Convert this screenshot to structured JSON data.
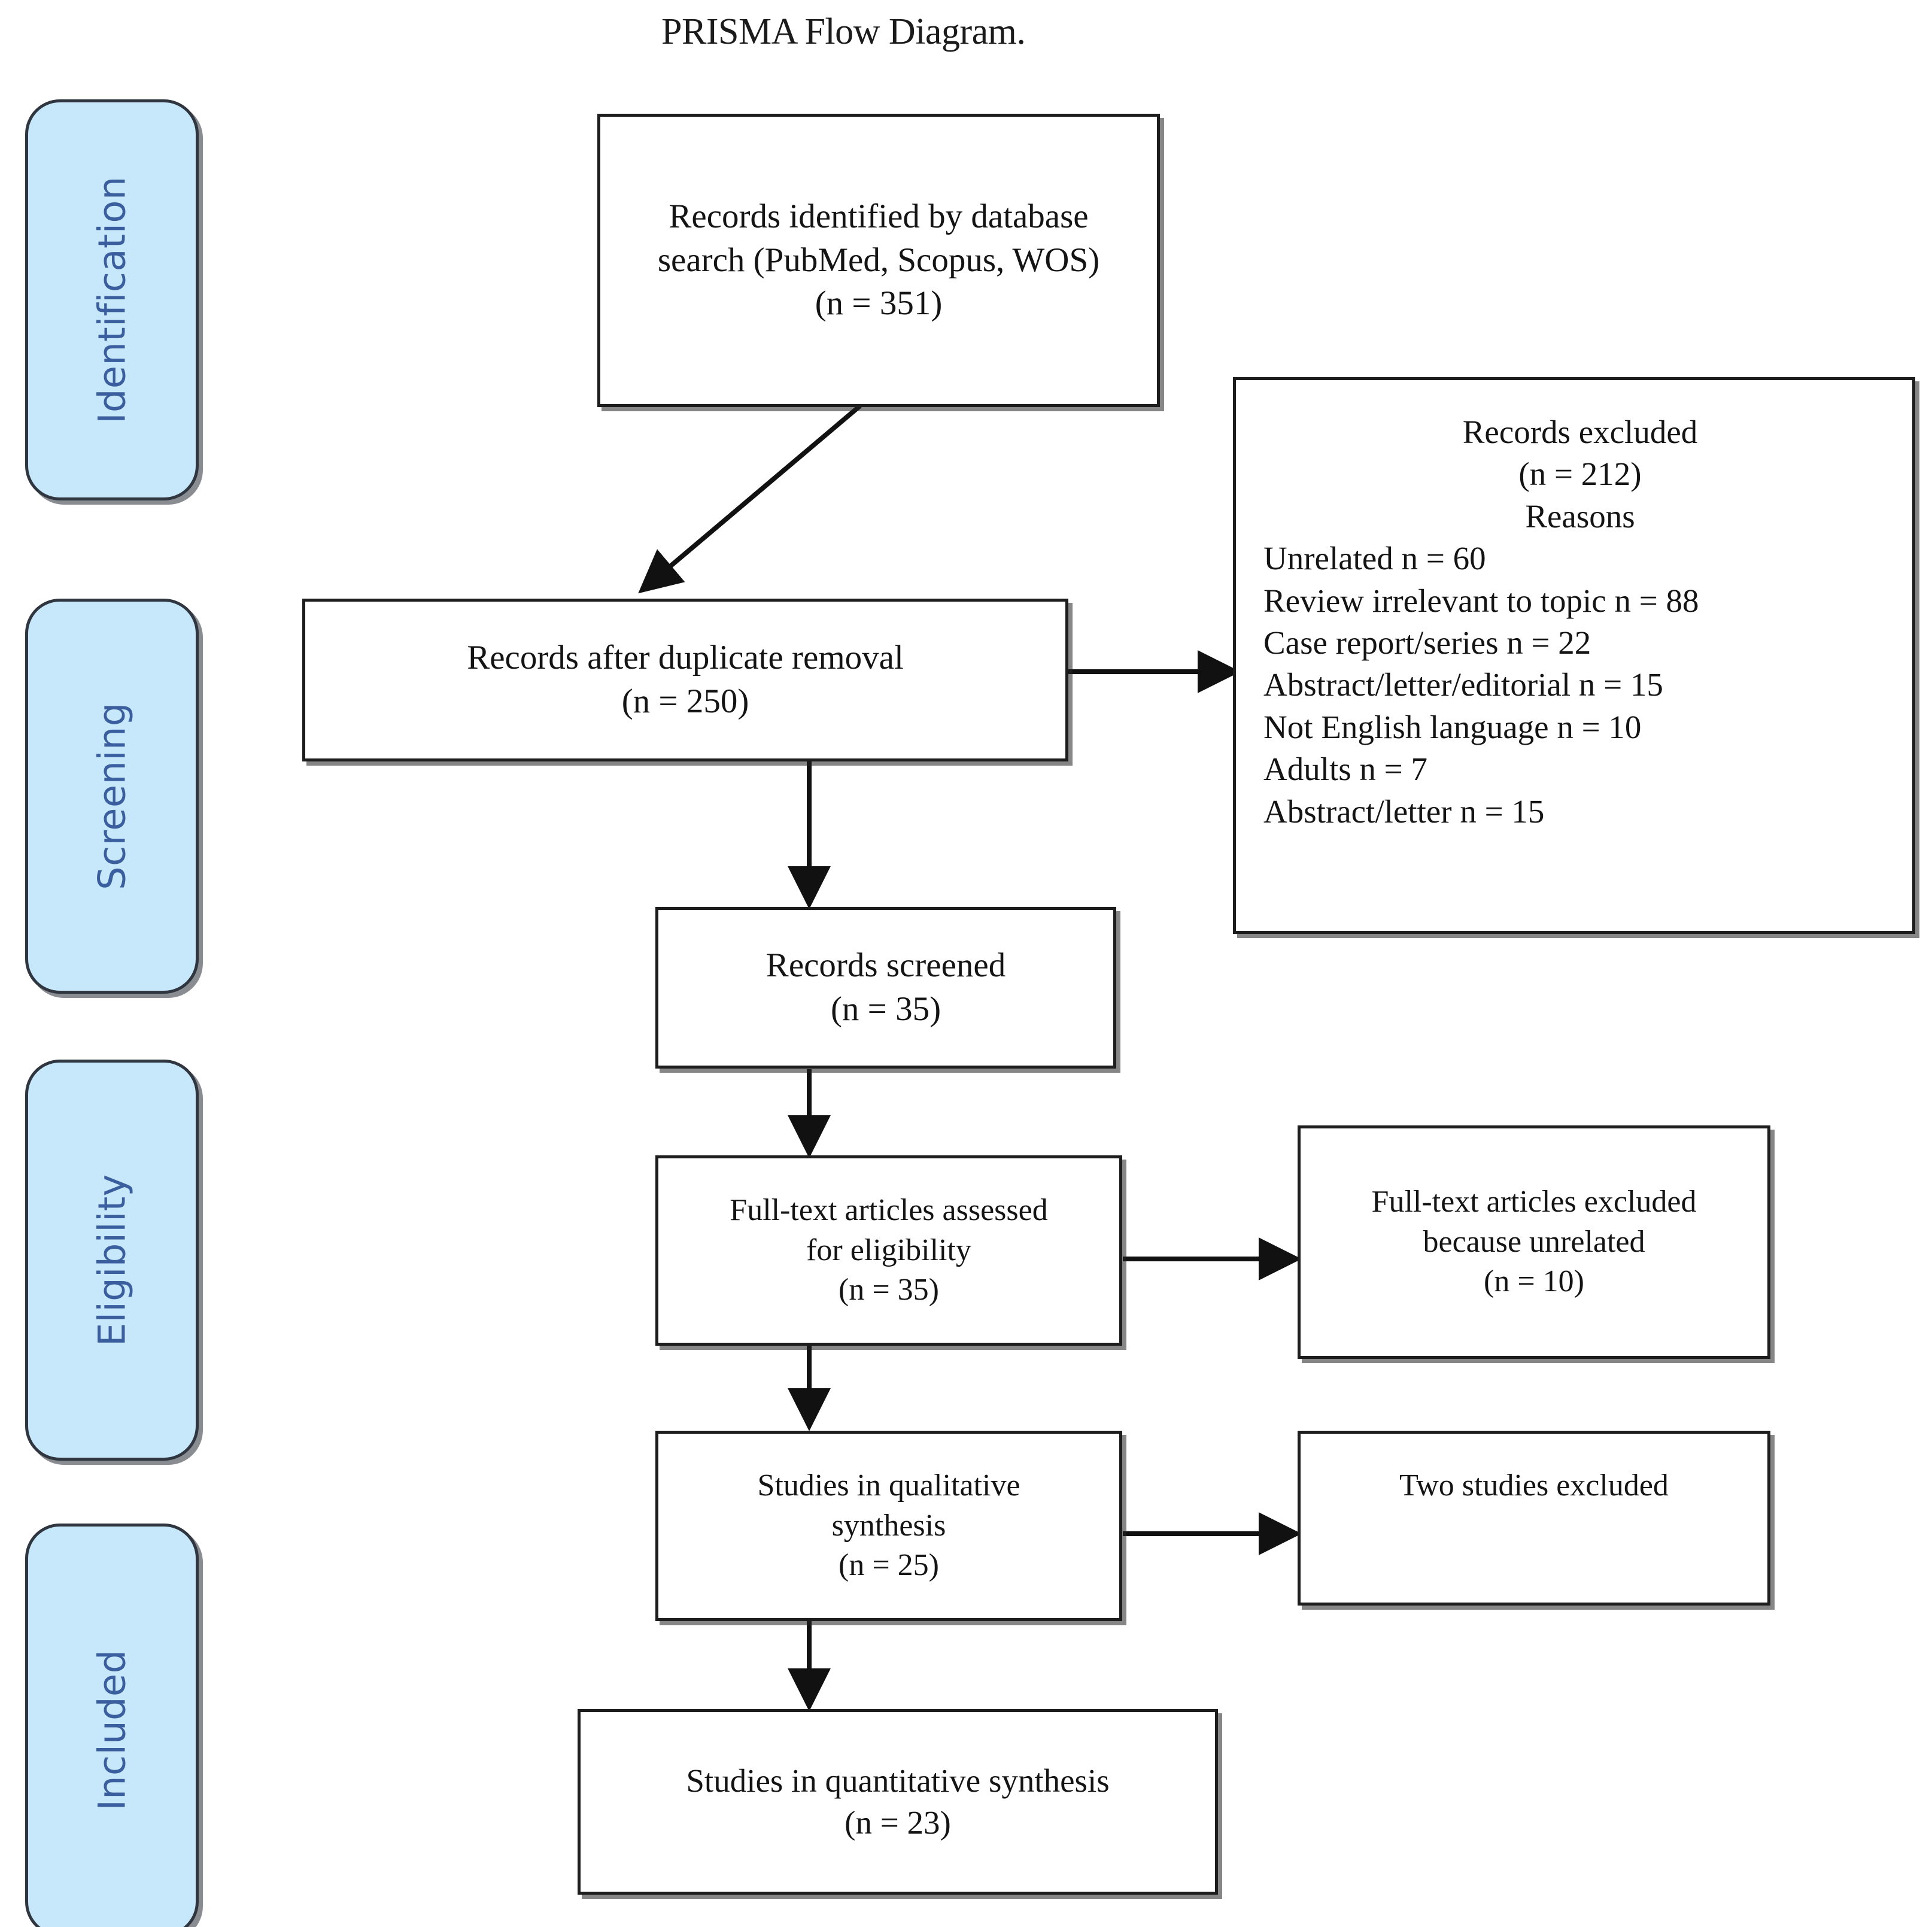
{
  "title": "PRISMA Flow Diagram.",
  "colors": {
    "stage_fill": "#C7E8FA",
    "stage_text": "#3B5E9E",
    "box_border": "#1D1D1D",
    "box_fill": "#FFFFFF",
    "arrow": "#111111"
  },
  "stages": [
    {
      "id": "identification",
      "label": "Identification"
    },
    {
      "id": "screening",
      "label": "Screening"
    },
    {
      "id": "eligibility",
      "label": "Eligibility"
    },
    {
      "id": "included",
      "label": "Included"
    }
  ],
  "boxes": {
    "records_identified": {
      "line1": "Records identified by database",
      "line2": "search (PubMed, Scopus, WOS)",
      "line3": "(n = 351)"
    },
    "records_after_duplicates": {
      "line1": "Records after duplicate removal",
      "line2": "(n = 250)"
    },
    "records_excluded": {
      "heading": "Records excluded",
      "count": "(n = 212)",
      "reasons_label": "Reasons",
      "reasons": [
        "Unrelated n = 60",
        "Review irrelevant to topic n = 88",
        "Case report/series n = 22",
        "Abstract/letter/editorial n = 15",
        "Not English language n = 10",
        "Adults n = 7",
        "Abstract/letter   n = 15"
      ]
    },
    "records_screened": {
      "line1": "Records screened",
      "line2": "(n = 35)"
    },
    "fulltext_assessed": {
      "line1": "Full-text articles assessed",
      "line2": "for eligibility",
      "line3": "(n = 35)"
    },
    "fulltext_excluded": {
      "line1": "Full-text articles excluded",
      "line2": "because unrelated",
      "line3": "(n = 10)"
    },
    "qualitative_synthesis": {
      "line1": "Studies in qualitative",
      "line2": "synthesis",
      "line3": "(n = 25)"
    },
    "two_studies_excluded": {
      "line1": "Two studies excluded"
    },
    "quantitative_synthesis": {
      "line1": "Studies in quantitative synthesis",
      "line2": "(n = 23)"
    }
  },
  "chart_data": {
    "type": "diagram",
    "title": "PRISMA Flow Diagram.",
    "stages": [
      "Identification",
      "Screening",
      "Eligibility",
      "Included"
    ],
    "nodes": [
      {
        "id": "records_identified",
        "stage": "Identification",
        "label": "Records identified by database search (PubMed, Scopus, WOS)",
        "n": 351
      },
      {
        "id": "records_after_duplicates",
        "stage": "Screening",
        "label": "Records after duplicate removal",
        "n": 250
      },
      {
        "id": "records_excluded",
        "stage": "Screening",
        "label": "Records excluded",
        "n": 212
      },
      {
        "id": "records_screened",
        "stage": "Screening",
        "label": "Records screened",
        "n": 35
      },
      {
        "id": "fulltext_assessed",
        "stage": "Eligibility",
        "label": "Full-text articles assessed for eligibility",
        "n": 35
      },
      {
        "id": "fulltext_excluded",
        "stage": "Eligibility",
        "label": "Full-text articles excluded because unrelated",
        "n": 10
      },
      {
        "id": "qualitative_synthesis",
        "stage": "Included",
        "label": "Studies in qualitative synthesis",
        "n": 25
      },
      {
        "id": "two_studies_excluded",
        "stage": "Included",
        "label": "Two studies excluded",
        "n": 2
      },
      {
        "id": "quantitative_synthesis",
        "stage": "Included",
        "label": "Studies in quantitative synthesis",
        "n": 23
      }
    ],
    "edges": [
      {
        "from": "records_identified",
        "to": "records_after_duplicates",
        "style": "diagonal"
      },
      {
        "from": "records_after_duplicates",
        "to": "records_excluded",
        "style": "horizontal"
      },
      {
        "from": "records_after_duplicates",
        "to": "records_screened",
        "style": "vertical"
      },
      {
        "from": "records_screened",
        "to": "fulltext_assessed",
        "style": "vertical"
      },
      {
        "from": "fulltext_assessed",
        "to": "fulltext_excluded",
        "style": "horizontal"
      },
      {
        "from": "fulltext_assessed",
        "to": "qualitative_synthesis",
        "style": "vertical"
      },
      {
        "from": "qualitative_synthesis",
        "to": "two_studies_excluded",
        "style": "horizontal"
      },
      {
        "from": "qualitative_synthesis",
        "to": "quantitative_synthesis",
        "style": "vertical"
      }
    ],
    "exclusion_reasons": [
      {
        "reason": "Unrelated",
        "n": 60
      },
      {
        "reason": "Review irrelevant to topic",
        "n": 88
      },
      {
        "reason": "Case report/series",
        "n": 22
      },
      {
        "reason": "Abstract/letter/editorial",
        "n": 15
      },
      {
        "reason": "Not English language",
        "n": 10
      },
      {
        "reason": "Adults",
        "n": 7
      },
      {
        "reason": "Abstract/letter",
        "n": 15
      }
    ]
  }
}
